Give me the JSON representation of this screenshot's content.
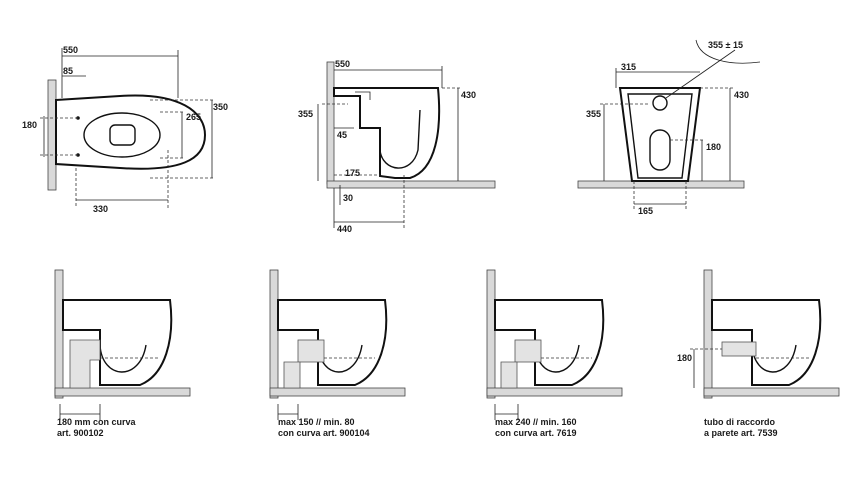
{
  "top_views": {
    "plan": {
      "dim_length": "550",
      "dim_wall_offset": "85",
      "dim_fixing_spacing": "180",
      "dim_width": "350",
      "dim_inner_width": "265",
      "dim_bottom": "330"
    },
    "side": {
      "dim_length": "550",
      "dim_height": "430",
      "dim_inlet_height": "355",
      "dim_inlet_depth": "45",
      "dim_outlet_offset": "175",
      "dim_floor_offset": "30",
      "dim_outlet_distance": "440"
    },
    "front": {
      "dim_circle": "355 ± 15",
      "dim_width": "315",
      "dim_height": "430",
      "dim_inlet_height": "355",
      "dim_outlet_height": "180",
      "dim_base_width": "165"
    }
  },
  "bottom_views": [
    {
      "caption_line1": "180 mm con curva",
      "caption_line2": "art. 900102",
      "dim_label": ""
    },
    {
      "caption_line1": "max 150 // min. 80",
      "caption_line2": "con curva art. 900104",
      "dim_label": ""
    },
    {
      "caption_line1": "max 240 // min. 160",
      "caption_line2": "con curva art. 7619",
      "dim_label": ""
    },
    {
      "caption_line1": "tubo di raccordo",
      "caption_line2": "a parete art. 7539",
      "dim_label": "180"
    }
  ]
}
